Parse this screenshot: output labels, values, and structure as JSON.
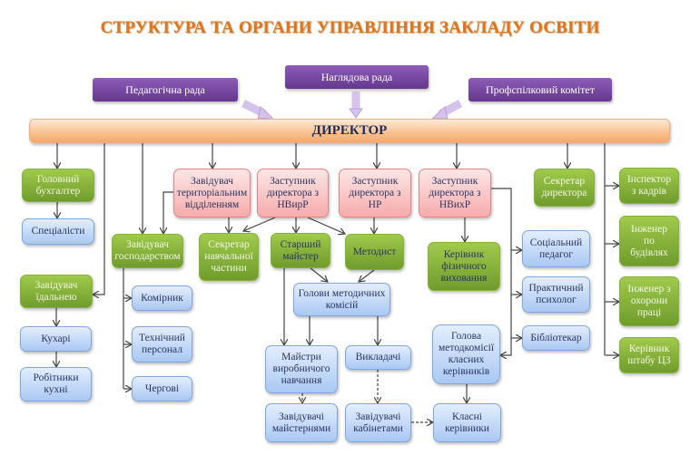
{
  "title": "СТРУКТУРА ТА ОРГАНИ УПРАВЛІННЯ ЗАКЛАДУ ОСВІТИ",
  "councils": {
    "pedagogical": "Педагогічна рада",
    "supervisory": "Наглядова рада",
    "union": "Профспілковий комітет"
  },
  "director": "ДИРЕКТОР",
  "nodes": {
    "chief_accountant": "Головний\nбухгалтер",
    "specialists": "Спеціалісти",
    "canteen_head": "Завідувач\nїдальнею",
    "cooks": "Кухарі",
    "kitchen_workers": "Робітники\nкухні",
    "household_head": "Завідувач\nгосподарством",
    "storekeeper": "Комірник",
    "technical_staff": "Технічний\nперсонал",
    "duty_staff": "Чергові",
    "branch_head": "Завідувач\nтериторіальним\nвідділенням",
    "academic_secretary": "Секретар\nнавчальної\nчастини",
    "deputy_nvirr": "Заступник\nдиректора з\nНВирР",
    "senior_master": "Старший\nмайстер",
    "commission_heads": "Голови методичних\nкомісій",
    "training_masters": "Майстри\nвиробничого\nнавчання",
    "workshop_heads": "Завідувачі\nмайстернями",
    "deputy_nr": "Заступник\nдиректора з\nНР",
    "methodist": "Методист",
    "teachers": "Викладачі",
    "classroom_heads": "Завідувачі\nкабінетами",
    "deputy_nvykhr": "Заступник\nдиректора з\nНВихР",
    "pe_head": "Керівник\nфізичного\nвиховання",
    "class_commission_head": "Голова\nметодкомісії\nкласних\nкерівників",
    "class_teachers": "Класні\nкерівники",
    "social_pedagogue": "Соціальний\nпедагог",
    "psychologist": "Практичний\nпсихолог",
    "librarian": "Бібліотекар",
    "director_secretary": "Секретар\nдиректора",
    "hr_inspector": "Інспектор\nз кадрів",
    "building_engineer": "Інженер\nпо\nбудівлях",
    "safety_engineer": "Інженер з\nохорони\nпраці",
    "civil_defense_head": "Керівник\nштабу ЦЗ"
  },
  "colors": {
    "title": "#e0751b",
    "council": "#7248a0",
    "director": "#f8c08e",
    "green": "#86b23a",
    "blue": "#aac8f3",
    "pink": "#f6abab"
  }
}
